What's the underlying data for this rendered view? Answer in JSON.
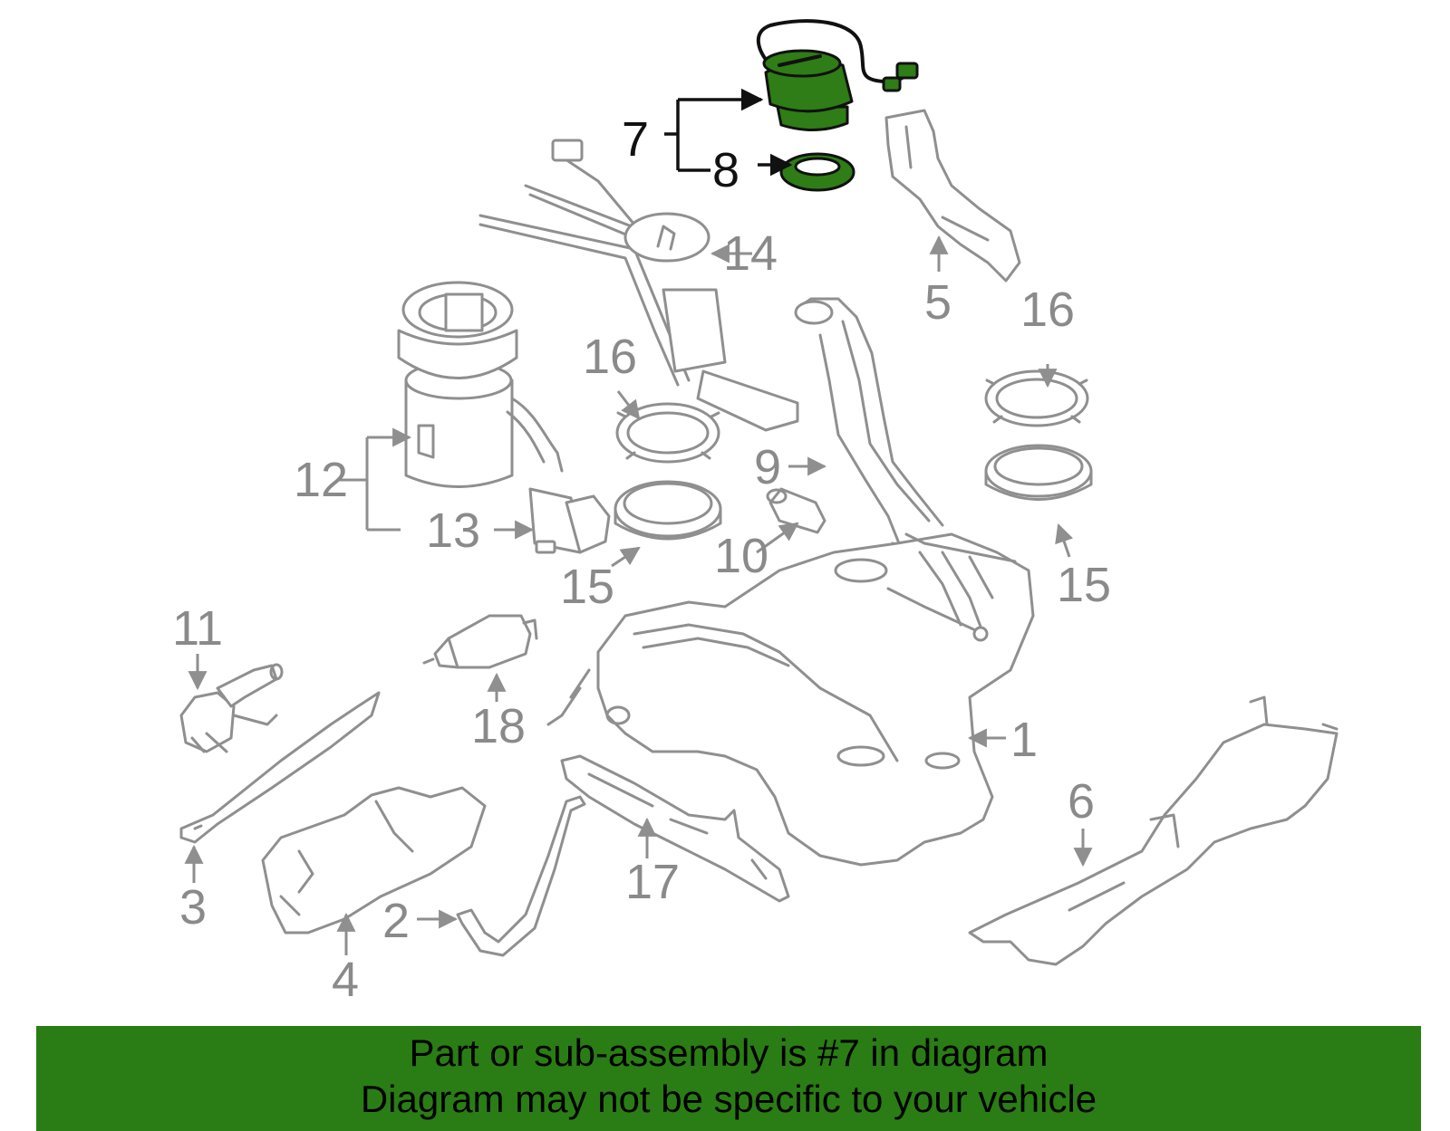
{
  "callouts": {
    "p1": "1",
    "p2": "2",
    "p3": "3",
    "p4": "4",
    "p5": "5",
    "p6": "6",
    "p7": "7",
    "p8": "8",
    "p9": "9",
    "p10": "10",
    "p11": "11",
    "p12": "12",
    "p13": "13",
    "p14": "14",
    "p15a": "15",
    "p15b": "15",
    "p16a": "16",
    "p16b": "16",
    "p17": "17",
    "p18": "18"
  },
  "banner": {
    "line1": "Part or sub-assembly is #7 in diagram",
    "line2": "Diagram may not be specific to your vehicle"
  },
  "colors": {
    "highlight": "#2e7d16",
    "banner": "#2a7d14",
    "outline": "#8f8f8f",
    "label": "#8a8a8a"
  }
}
